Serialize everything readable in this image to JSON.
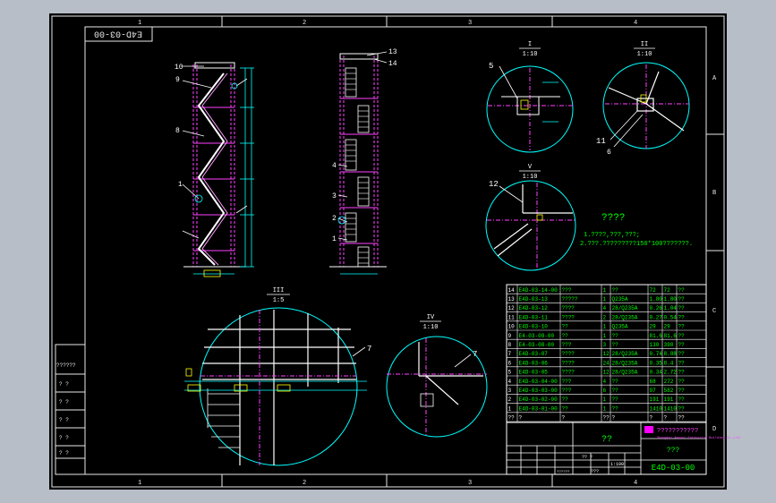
{
  "drawing": {
    "code_rotated": "E4D-03-00",
    "drawing_no": "E4D-03-00",
    "grid_cols": [
      "1",
      "2",
      "3",
      "4"
    ],
    "grid_rows": [
      "A",
      "B",
      "C",
      "D"
    ],
    "left_strip": [
      "??????",
      "?  ?",
      "?  ?",
      "?  ?",
      "?  ?",
      "?  ?"
    ],
    "details": {
      "d1": {
        "roman": "I",
        "scale": "1:10"
      },
      "d2": {
        "roman": "II",
        "scale": "1:10"
      },
      "d5": {
        "roman": "V",
        "scale": "1:10"
      },
      "d3": {
        "roman": "III",
        "scale": "1:5"
      },
      "d4": {
        "roman": "IV",
        "scale": "1:10"
      }
    },
    "callouts": {
      "c5": "5",
      "c6": "6",
      "c7a": "7",
      "c7b": "7",
      "c8": "8",
      "c9": "9",
      "c10": "10",
      "c11": "11",
      "c12": "12",
      "c13": "13",
      "c14": "14",
      "c1": "1",
      "c2": "2",
      "c3": "3",
      "c4": "4"
    },
    "notes": {
      "title": "????",
      "line1": "1.????,???,???;",
      "line2": "2.???.?????????150*100???????."
    },
    "bom": [
      [
        "14",
        "E4D-03-14-00",
        "???",
        "1",
        "??",
        "72",
        "72",
        "??"
      ],
      [
        "13",
        "E4D-03-13",
        "?????",
        "1",
        "Q235A",
        "1.80",
        "1.80",
        "??"
      ],
      [
        "12",
        "E4D-03-12",
        "????",
        "4",
        "28/Q235A",
        "0.26",
        "1.04",
        "??"
      ],
      [
        "11",
        "E4D-03-11",
        "????",
        "2",
        "28/Q235A",
        "0.27",
        "0.54",
        "??"
      ],
      [
        "10",
        "E4D-03-10",
        "??",
        "1",
        "Q235A",
        "29",
        "29",
        "??"
      ],
      [
        "9",
        "E4-03-09-00",
        "??",
        "1",
        "??",
        "81.6",
        "81.6",
        "??"
      ],
      [
        "8",
        "E4-03-08-00",
        "???",
        "3",
        "??",
        "130",
        "390",
        "??"
      ],
      [
        "7",
        "E4D-03-07",
        "????",
        "12",
        "28/Q235A",
        "0.74",
        "8.88",
        "??"
      ],
      [
        "6",
        "E4D-03-06",
        "????",
        "24",
        "28/Q235A",
        "0.35",
        "8.4",
        "??"
      ],
      [
        "5",
        "E4D-03-05",
        "????",
        "12",
        "28/Q235A",
        "0.34",
        "2.72",
        "??"
      ],
      [
        "4",
        "E4D-03-04-00",
        "???",
        "4",
        "??",
        "68",
        "272",
        "??"
      ],
      [
        "3",
        "E4D-03-03-00",
        "???",
        "6",
        "??",
        "97",
        "582",
        "??"
      ],
      [
        "2",
        "E4D-03-02-00",
        "??",
        "1",
        "??",
        "191",
        "191",
        "??"
      ],
      [
        "1",
        "E4D-03-01-00",
        "??",
        "1",
        "??",
        "1410",
        "1410",
        "??"
      ]
    ],
    "bom_header": [
      "??",
      "?",
      "?",
      "??",
      "?",
      "?",
      "?",
      "??"
    ],
    "title_block": {
      "name": "??",
      "company_cn": "???????????",
      "company_en": "Shanghai Amount Enterprise Building Co.,Ltd",
      "subtitle": "???",
      "scale": "1:100",
      "weight": "1:100",
      "drawing_no": "E4D-03-00",
      "sheet": "?? ?",
      "extra": "???",
      "date": "??????"
    }
  }
}
